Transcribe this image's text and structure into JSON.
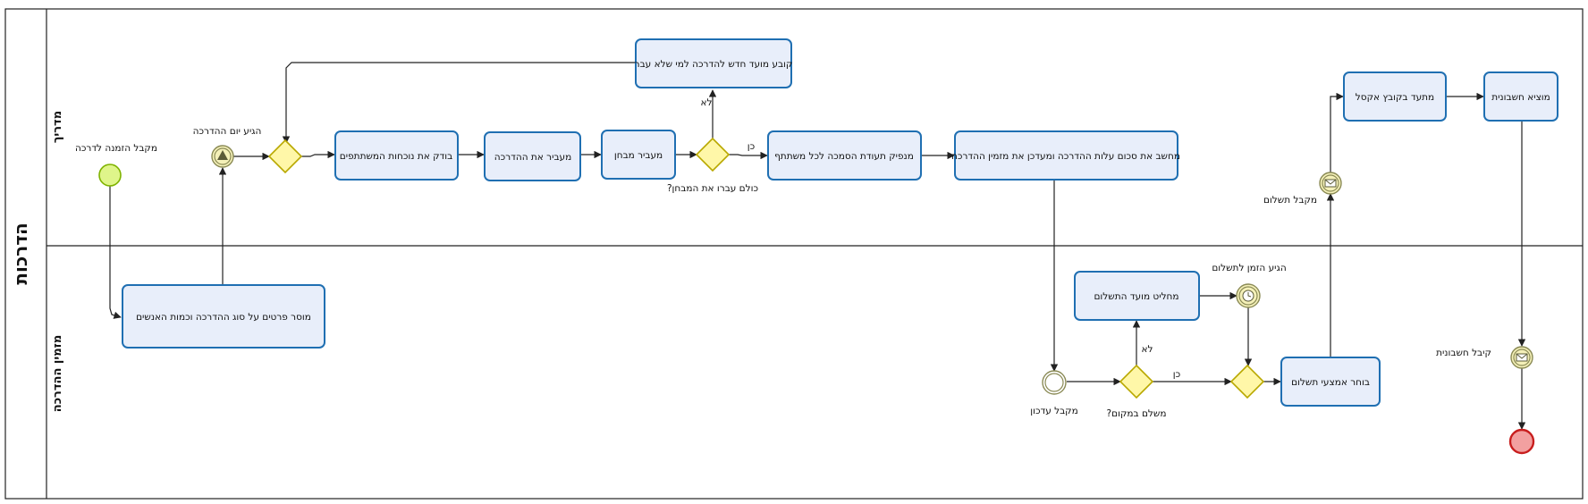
{
  "pool": {
    "label": "הדרכות"
  },
  "lanes": {
    "top": "מדריך",
    "bottom": "מזמין ההדרכה"
  },
  "tasks": {
    "new_date": "קובע מועד חדש להדרכה למי שלא עבר",
    "check_attendance": "בודק את נוכחות המשתתפים",
    "give_training": "מעביר את ההדרכה",
    "give_exam": "מעביר מבחן",
    "issue_cert": "מנפיק תעודת הסמכה לכל משתתף",
    "calc_cost": "מחשב את סכום עלות ההדרכה ומעדכן את מזמין ההדרכה",
    "record_excel": "מתעד בקובץ אקסל",
    "invoice": "מוציא חשבונית",
    "details": "מוסר פרטים על סוג ההדרכה וכמות האנשים",
    "decide_date": "מחליט מועד התשלום",
    "choose_payment": "בוחר אמצעי תשלום"
  },
  "events": {
    "receive_invite": "מקבל הזמנה לדרכה",
    "training_day": "הגיע יום ההדרכה",
    "receive_payment": "מקבל תשלום",
    "receive_update": "מקבל עדכון",
    "payment_time": "הגיע הזמן לתשלום",
    "receive_invoice": "קיבל חשבונית"
  },
  "gateways": {
    "all_passed": "?כולם עברו את המבחן",
    "pay_now": "?משלם במקום"
  },
  "flow_labels": {
    "yes_exam": "כן",
    "no_exam": "לא",
    "yes_pay": "כן",
    "no_pay": "לא"
  }
}
